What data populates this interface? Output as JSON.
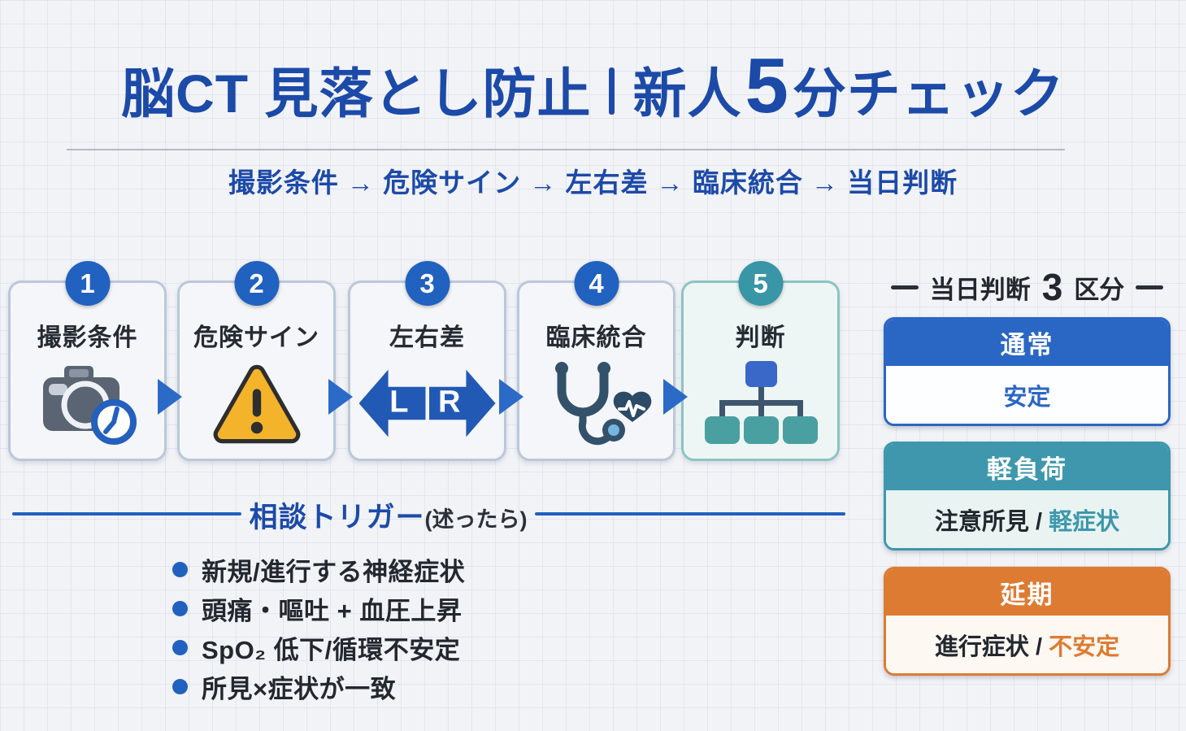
{
  "title": {
    "left": "脳CT 見落とし防止",
    "right_prefix": "新人",
    "right_number": "5",
    "right_suffix": "分チェック"
  },
  "subtitle": "撮影条件 → 危険サイン → 左右差 → 臨床統合 → 当日判断",
  "steps": [
    {
      "number": "1",
      "label": "撮影条件",
      "icon": "camera-clock-icon"
    },
    {
      "number": "2",
      "label": "危険サイン",
      "icon": "warning-triangle-icon"
    },
    {
      "number": "3",
      "label": "左右差",
      "icon": "left-right-arrows-icon",
      "left_letter": "L",
      "right_letter": "R"
    },
    {
      "number": "4",
      "label": "臨床統合",
      "icon": "stethoscope-heart-icon"
    },
    {
      "number": "5",
      "label": "判断",
      "icon": "decision-tree-icon"
    }
  ],
  "panel": {
    "heading": {
      "prefix": "当日判断",
      "number": "3",
      "suffix": "区分"
    },
    "categories": [
      {
        "title": "通常",
        "body_plain": "",
        "body_accent": "安定"
      },
      {
        "title": "軽負荷",
        "body_plain": "注意所見 / ",
        "body_accent": "軽症状"
      },
      {
        "title": "延期",
        "body_plain": "進行症状 / ",
        "body_accent": "不安定"
      }
    ]
  },
  "trigger": {
    "title": "相談トリガー",
    "note": "(述ったら)",
    "items": [
      "新規/進行する神経症状",
      "頭痛・嘔吐 + 血圧上昇",
      "SpO₂ 低下/循環不安定",
      "所見×症状が一致"
    ]
  },
  "colors": {
    "primary_blue": "#1c4aa8",
    "badge_blue": "#2161bf",
    "arrow_blue": "#2b6ac6",
    "teal": "#3896a6",
    "category_blue": "#2a66c4",
    "category_teal": "#3e97ac",
    "category_orange": "#dd7b33",
    "warning_yellow": "#f3b42c",
    "dark_text": "#23282f"
  }
}
